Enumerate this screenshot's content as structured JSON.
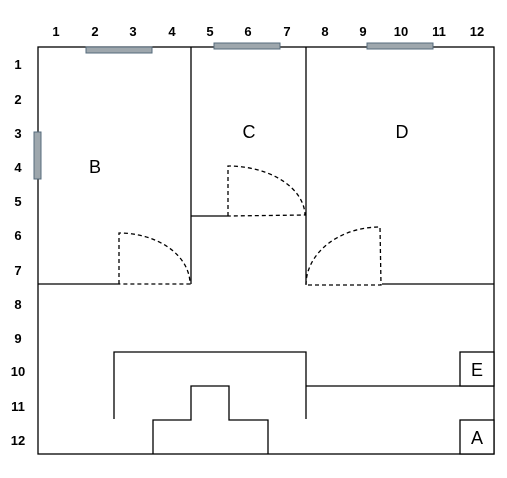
{
  "columns": [
    "1",
    "2",
    "3",
    "4",
    "5",
    "6",
    "7",
    "8",
    "9",
    "10",
    "11",
    "12"
  ],
  "rows": [
    "1",
    "2",
    "3",
    "4",
    "5",
    "6",
    "7",
    "8",
    "9",
    "10",
    "11",
    "12"
  ],
  "rooms": {
    "B": "B",
    "C": "C",
    "D": "D",
    "E": "E",
    "A": "A"
  },
  "colors": {
    "wall": "#000000",
    "window_fill": "#9ea7ad",
    "window_stroke": "#556b7c"
  }
}
